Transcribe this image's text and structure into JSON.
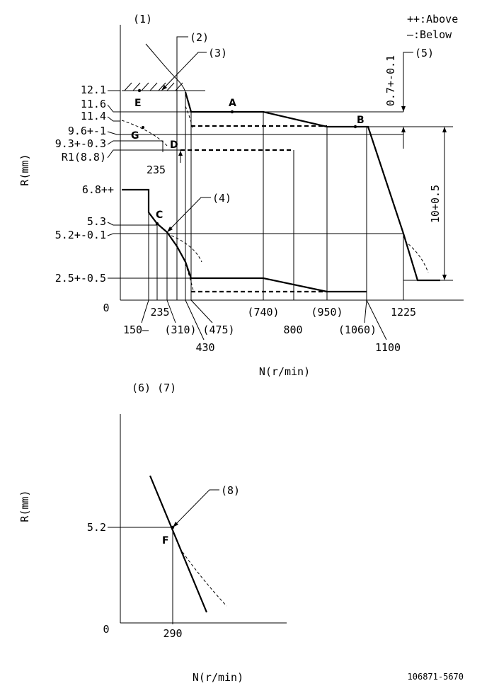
{
  "top_chart": {
    "ref_label": "(1)",
    "legend_above": "++:Above",
    "legend_below": "—:Below",
    "y_axis_label": "R(mm)",
    "x_axis_label": "N(r/min)",
    "origin": "0",
    "y_ticks": [
      "12.1",
      "11.6",
      "11.4",
      "9.6+-1",
      "9.3+-0.3",
      "R1(8.8)",
      "6.8++",
      "5.3",
      "5.2+-0.1",
      "2.5+-0.5"
    ],
    "x_ticks_row1": [
      "235",
      "(740)",
      "(950)",
      "1225"
    ],
    "x_ticks_row2": [
      "150—",
      "(310)",
      "(475)",
      "800",
      "(1060)"
    ],
    "x_ticks_row3": [
      "430",
      "1100"
    ],
    "note_235": "235",
    "points": [
      "A",
      "B",
      "C",
      "D",
      "E",
      "G"
    ],
    "callouts": [
      "(2)",
      "(3)",
      "(4)",
      "(5)"
    ],
    "dim_top": "0.7+-0.1",
    "dim_right": "10+0.5"
  },
  "bottom_chart": {
    "ref_labels": "(6) (7)",
    "y_axis_label": "R(mm)",
    "x_axis_label": "N(r/min)",
    "origin": "0",
    "y_tick": "5.2",
    "x_tick": "290",
    "point": "F",
    "callout": "(8)"
  },
  "part_number": "106871-5670"
}
